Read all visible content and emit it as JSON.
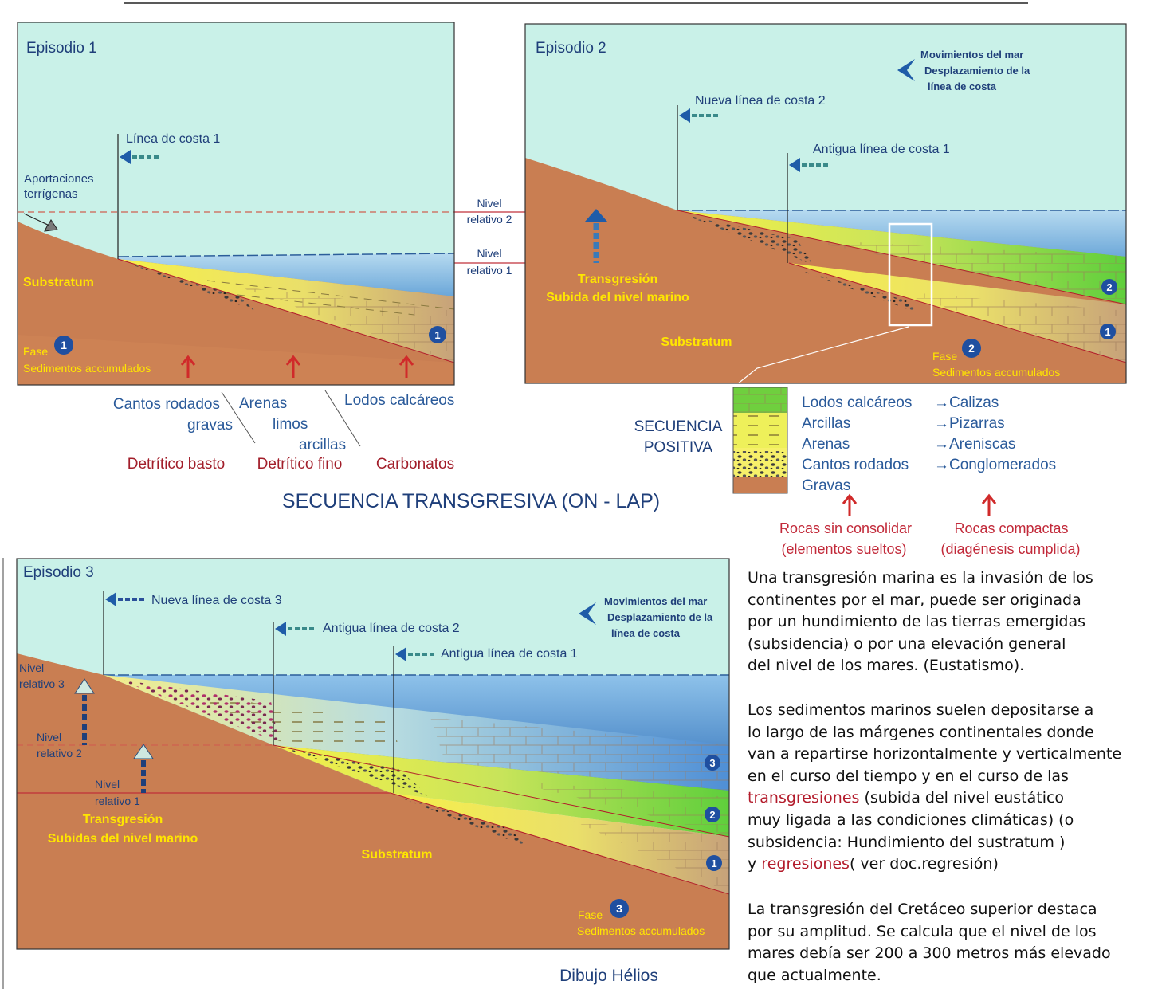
{
  "panels": {
    "ep1": {
      "title": "Episodio 1",
      "coast1": "Línea de costa 1",
      "aportaciones": [
        "Aportaciones",
        "terrígenas"
      ],
      "substratum": "Substratum",
      "fase": "Fase",
      "fase_num": "1",
      "layer_num": "1",
      "sedimentos": "Sedimentos accumulados"
    },
    "ep2": {
      "title": "Episodio 2",
      "movimientos": [
        "Movimientos del mar",
        "Desplazamiento de la",
        "línea de costa"
      ],
      "nueva": "Nueva línea de costa 2",
      "antigua1": "Antigua línea de costa 1",
      "transgresion": "Transgresión",
      "subida": "Subida del nivel marino",
      "substratum": "Substratum",
      "fase": "Fase",
      "fase_num": "2",
      "layers": [
        "2",
        "1"
      ],
      "sedimentos": "Sedimentos accumulados"
    },
    "ep3": {
      "title": "Episodio 3",
      "nueva": "Nueva línea de costa 3",
      "antigua2": "Antigua línea de costa 2",
      "antigua1": "Antigua línea de costa 1",
      "movimientos": [
        "Movimientos del mar",
        "Desplazamiento de la",
        "línea de costa"
      ],
      "nivel3": [
        "Nivel",
        "relativo 3"
      ],
      "nivel2": [
        "Nivel",
        "relativo 2"
      ],
      "nivel1": [
        "Nivel",
        "relativo 1"
      ],
      "transgresion": "Transgresión",
      "subidas": "Subidas del nivel marino",
      "substratum": "Substratum",
      "fase": "Fase",
      "fase_num": "3",
      "layers": [
        "3",
        "2",
        "1"
      ],
      "sedimentos": "Sedimentos accumulados"
    }
  },
  "between": {
    "nivel2": [
      "Nivel",
      "relativo 2"
    ],
    "nivel1": [
      "Nivel",
      "relativo 1"
    ]
  },
  "legend": {
    "cantos": "Cantos rodados",
    "gravas": "gravas",
    "arenas": "Arenas",
    "limos": "limos",
    "arcillas": "arcillas",
    "lodos": "Lodos calcáreos",
    "detritico_basto": "Detrítico basto",
    "detritico_fino": "Detrítico fino",
    "carbonatos": "Carbonatos"
  },
  "main_title": "SECUENCIA TRANSGRESIVA (ON - LAP)",
  "secuencia": {
    "label": [
      "SECUENCIA",
      "POSITIVA"
    ],
    "left": [
      "Lodos calcáreos",
      "Arcillas",
      "Arenas",
      "Cantos rodados",
      "Gravas"
    ],
    "right": [
      "→Calizas",
      "→Pizarras",
      "→Areniscas",
      "→Conglomerados"
    ],
    "sin_consolidar": "Rocas sin consolidar",
    "sueltos": "(elementos sueltos)",
    "compactas": "Rocas compactas",
    "diagenesis": "(diagénesis cumplida)"
  },
  "text": {
    "p1": "Una transgresión marina es la invasión de los\ncontinentes por el mar, puede ser originada\npor un hundimiento de las tierras emergidas\n(subsidencia) o por una elevación general\ndel nivel de los mares. (Eustatismo).",
    "p2a": "Los sedimentos marinos suelen depositarse a\nlo largo de las márgenes continentales donde\nvan a repartirse horizontalmente y verticalmente\nen el curso del tiempo y en el curso de las\n",
    "p2_transgresiones": "transgresiones",
    "p2b": " (subida del nivel eustático\nmuy ligada a las condiciones climáticas) (o\nsubsidencia: Hundimiento del sustratum  )\ny ",
    "p2_regresiones": "regresiones",
    "p2c": "( ver doc.regresión)",
    "p3": "La transgresión del Cretáceo superior destaca\npor su  amplitud.  Se calcula que el nivel de los\n mares debía ser 200 a 300 metros más elevado\nque actualmente."
  },
  "credit": "Dibujo Hélios",
  "colors": {
    "sky": "#c9f1e8",
    "sea": "#5a9ad5",
    "ground": "#c97e52",
    "sand": "#f4ee58",
    "limestone": "#6fcf3e",
    "title_blue": "#1f3f7a",
    "red": "#b31b2b",
    "yellow_text": "#ffe600"
  }
}
